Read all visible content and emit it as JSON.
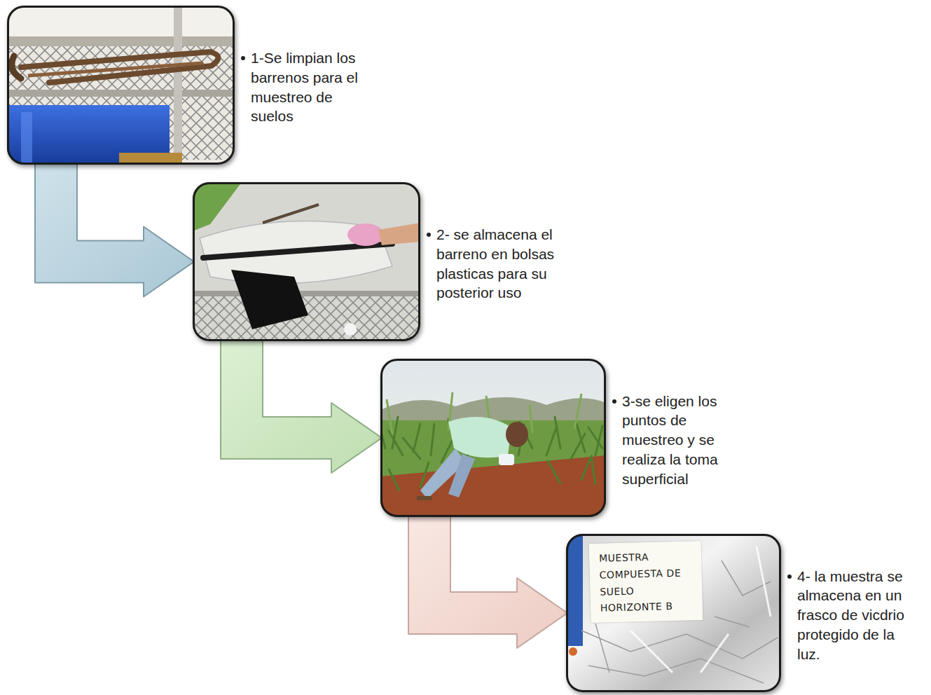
{
  "diagram": {
    "nodes": [
      {
        "text": [
          "1-Se limpian los barrenos para el muestreo de suelos"
        ]
      },
      {
        "text": [
          "2- se almacena el barreno en bolsas plasticas para su posterior uso"
        ]
      },
      {
        "text": [
          "3-se eligen los puntos de muestreo y se realiza la toma superficial"
        ]
      },
      {
        "text": [
          "4- la muestra se almacena en un frasco de vicdrio protegido de la luz."
        ]
      }
    ],
    "edges": [
      {
        "from": 0,
        "to": 1,
        "arrow": "to"
      },
      {
        "from": 1,
        "to": 2,
        "arrow": "to"
      },
      {
        "from": 2,
        "to": 3,
        "arrow": "to"
      }
    ],
    "labels": [
      "MUESTRA COMPUESTA DE SUELO HORIZONTE B"
    ]
  }
}
